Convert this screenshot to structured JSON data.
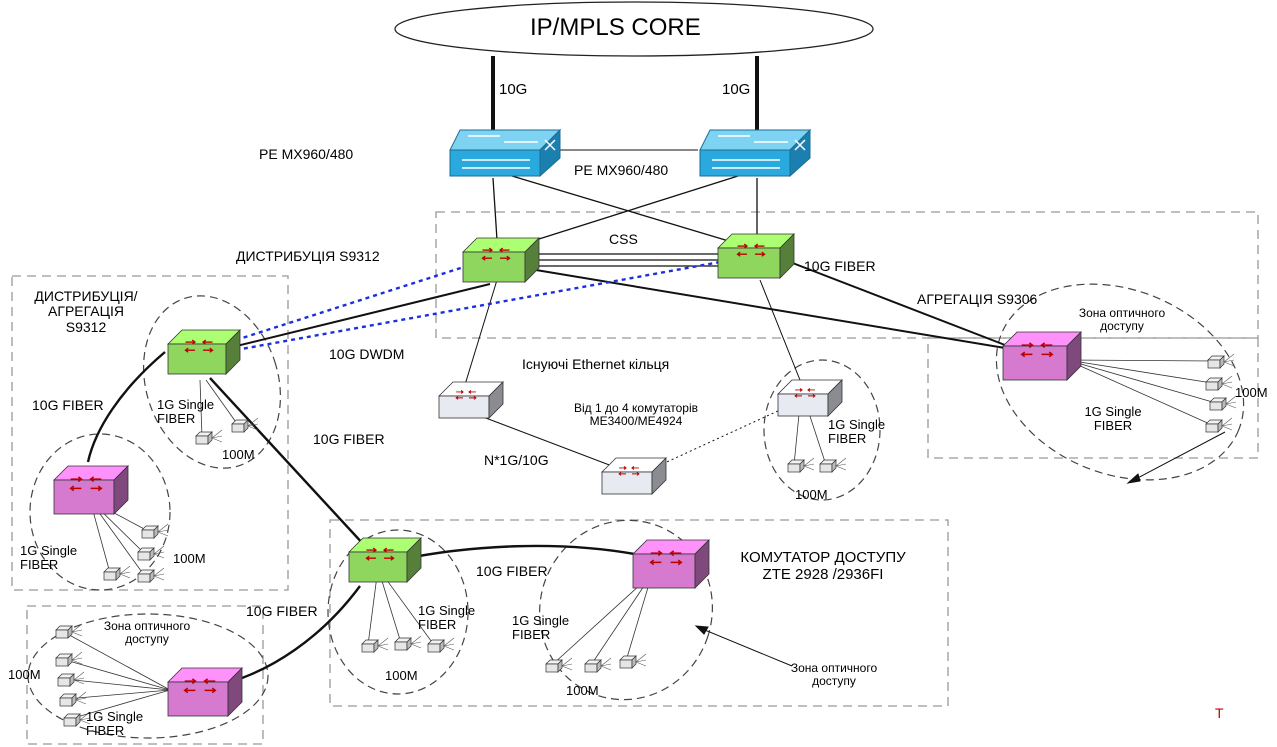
{
  "core": {
    "title": "IP/MPLS CORE"
  },
  "uplinks": {
    "left": "10G",
    "right": "10G"
  },
  "pe": {
    "left_label": "PE MX960/480",
    "right_label": "PE MX960/480"
  },
  "distribution": {
    "label": "ДИСТРИБУЦІЯ S9312",
    "css_label": "CSS",
    "fiber_label": "10G FIBER"
  },
  "dist_agg": {
    "line1": "ДИСТРИБУЦІЯ/",
    "line2": "АГРЕГАЦІЯ",
    "line3": "S9312"
  },
  "dwdm": {
    "label": "10G DWDM"
  },
  "agg_s9306": {
    "label": "АГРЕГАЦІЯ S9306",
    "zone_line1": "Зона оптичного",
    "zone_line2": "доступу",
    "speed": "100M",
    "single_line1": "1G Single",
    "single_line2": "FIBER"
  },
  "ethernet_rings": {
    "title": "Існуючі Ethernet кільця",
    "count_line1": "Від 1 до 4 комутаторів",
    "count_line2": "ME3400/ME4924",
    "n_link": "N*1G/10G",
    "single_line1": "1G Single",
    "single_line2": "FIBER",
    "speed": "100M"
  },
  "left_block": {
    "fiber_left": "10G FIBER",
    "single_top_line1": "1G Single",
    "single_top_line2": "FIBER",
    "speed_top": "100M",
    "fiber_mid": "10G FIBER",
    "single_bottom_line1": "1G Single",
    "single_bottom_line2": "FIBER",
    "speed_bottom": "100M"
  },
  "bottom_center": {
    "fiber_right": "10G FIBER",
    "single_line1": "1G Single",
    "single_line2": "FIBER",
    "speed": "100M"
  },
  "access_switch": {
    "title_line1": "КОМУТАТОР ДОСТУПУ",
    "title_line2": "ZTE 2928 /2936FI",
    "single_line1": "1G Single",
    "single_line2": "FIBER",
    "speed": "100M",
    "zone_line1": "Зона оптичного",
    "zone_line2": "доступу"
  },
  "bottom_left": {
    "fiber": "10G FIBER",
    "zone_line1": "Зона оптичного",
    "zone_line2": "доступу",
    "speed": "100M",
    "single_line1": "1G Single",
    "single_line2": "FIBER"
  },
  "corner_mark": "T",
  "colors": {
    "pe_fill": "#29a9dd",
    "dist_fill": "#8fd65f",
    "agg_fill": "#d67ad0",
    "ring_fill": "#e8eaf2",
    "dwdm": "#1a2fe0",
    "dash": "#999999",
    "mark": "#cc0000"
  }
}
